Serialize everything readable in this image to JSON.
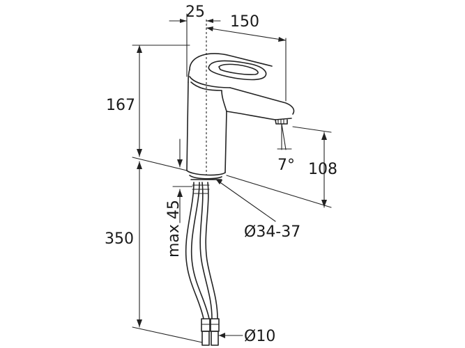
{
  "dimensions": {
    "top_offset": "25",
    "spout_reach": "150",
    "body_height": "167",
    "spout_height": "108",
    "angle": "7°",
    "hose_length": "350",
    "max_thickness": "max 45",
    "hole_diameter": "Ø34-37",
    "hose_diameter": "Ø10"
  },
  "colors": {
    "ink": "#222222",
    "background": "#ffffff"
  }
}
